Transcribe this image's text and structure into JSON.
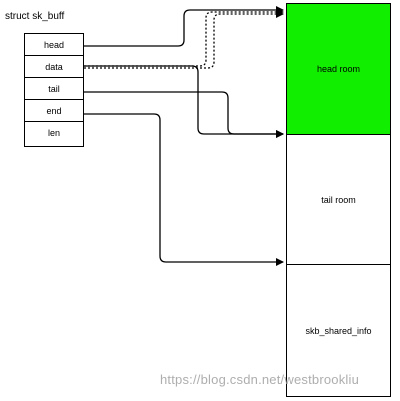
{
  "struct": {
    "title": "struct sk_buff",
    "fields": [
      "head",
      "data",
      "tail",
      "end",
      "len"
    ]
  },
  "buffer": {
    "regions": [
      "head room",
      "tail room",
      "skb_shared_info"
    ],
    "head_room_color": "#11ee00"
  },
  "watermark": "https://blog.csdn.net/westbrookliu"
}
